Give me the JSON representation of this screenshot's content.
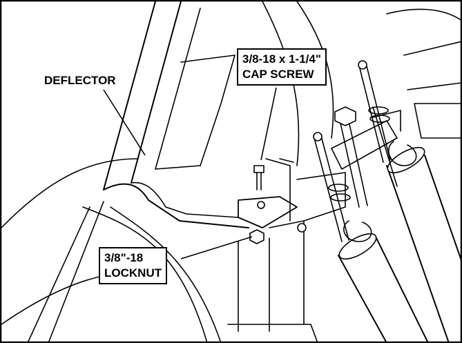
{
  "callouts": {
    "deflector": "DEFLECTOR",
    "cap_screw": {
      "line1": "3/8-18 x 1-1/4\"",
      "line2": "CAP SCREW"
    },
    "locknut": {
      "line1": "3/8\"-18",
      "line2": "LOCKNUT"
    }
  },
  "colors": {
    "ink": "#000000",
    "paper": "#ffffff",
    "shade": "#e6e6e6"
  }
}
